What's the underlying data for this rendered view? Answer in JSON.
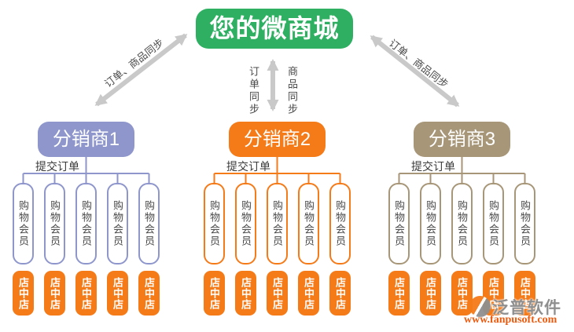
{
  "root": {
    "title": "您的微商城"
  },
  "arrows": {
    "left_label": "订单、商品同步",
    "right_label": "订单、商品同步",
    "center_left_label": "订单同步",
    "center_right_label": "商品同步"
  },
  "labels": {
    "submit_order": "提交订单",
    "member": "购物会员",
    "store": "店中店"
  },
  "groups": [
    {
      "label": "分销商1",
      "color": "#8e96cb"
    },
    {
      "label": "分销商2",
      "color": "#f57a18"
    },
    {
      "label": "分销商3",
      "color": "#a79678"
    }
  ],
  "watermark": {
    "brand": "泛普软件",
    "url": "www.fanpusoft.com",
    "icon": "fanpu-logo-icon"
  },
  "colors": {
    "root_bg": "#2eaf62",
    "store_bg": "#f57a18",
    "arrow": "#c9c9c9"
  }
}
